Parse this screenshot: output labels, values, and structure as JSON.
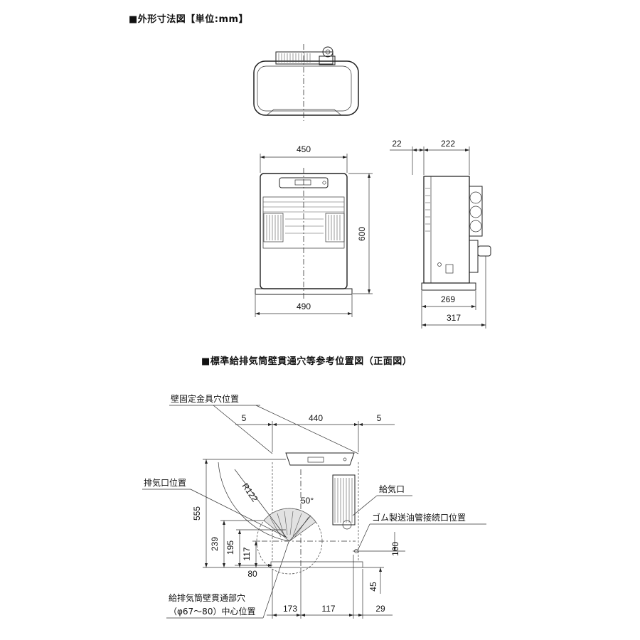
{
  "section1": {
    "title": "■外形寸法図【単位:mm】"
  },
  "section2": {
    "title": "■標準給排気筒壁貫通穴等参考位置図（正面図）"
  },
  "front": {
    "width": "450",
    "height": "600",
    "base_width": "490"
  },
  "side": {
    "offset": "22",
    "depth": "222",
    "base_inner": "269",
    "base_depth": "317"
  },
  "wall": {
    "fixture_label": "壁固定金具穴位置",
    "exhaust_label": "排気口位置",
    "intake_label": "給気口",
    "rubber_label": "ゴム製送油管接続口位置",
    "through_label_1": "給排気筒壁貫通部穴",
    "through_label_2": "（φ67～80）中心位置",
    "left_gap": "5",
    "span": "440",
    "right_gap": "5",
    "radius": "R122",
    "angle": "50°",
    "h555": "555",
    "h239": "239",
    "h195": "195",
    "h117": "117",
    "w80": "80",
    "h160": "160",
    "h45": "45",
    "b173": "173",
    "b117": "117",
    "b29": "29"
  }
}
